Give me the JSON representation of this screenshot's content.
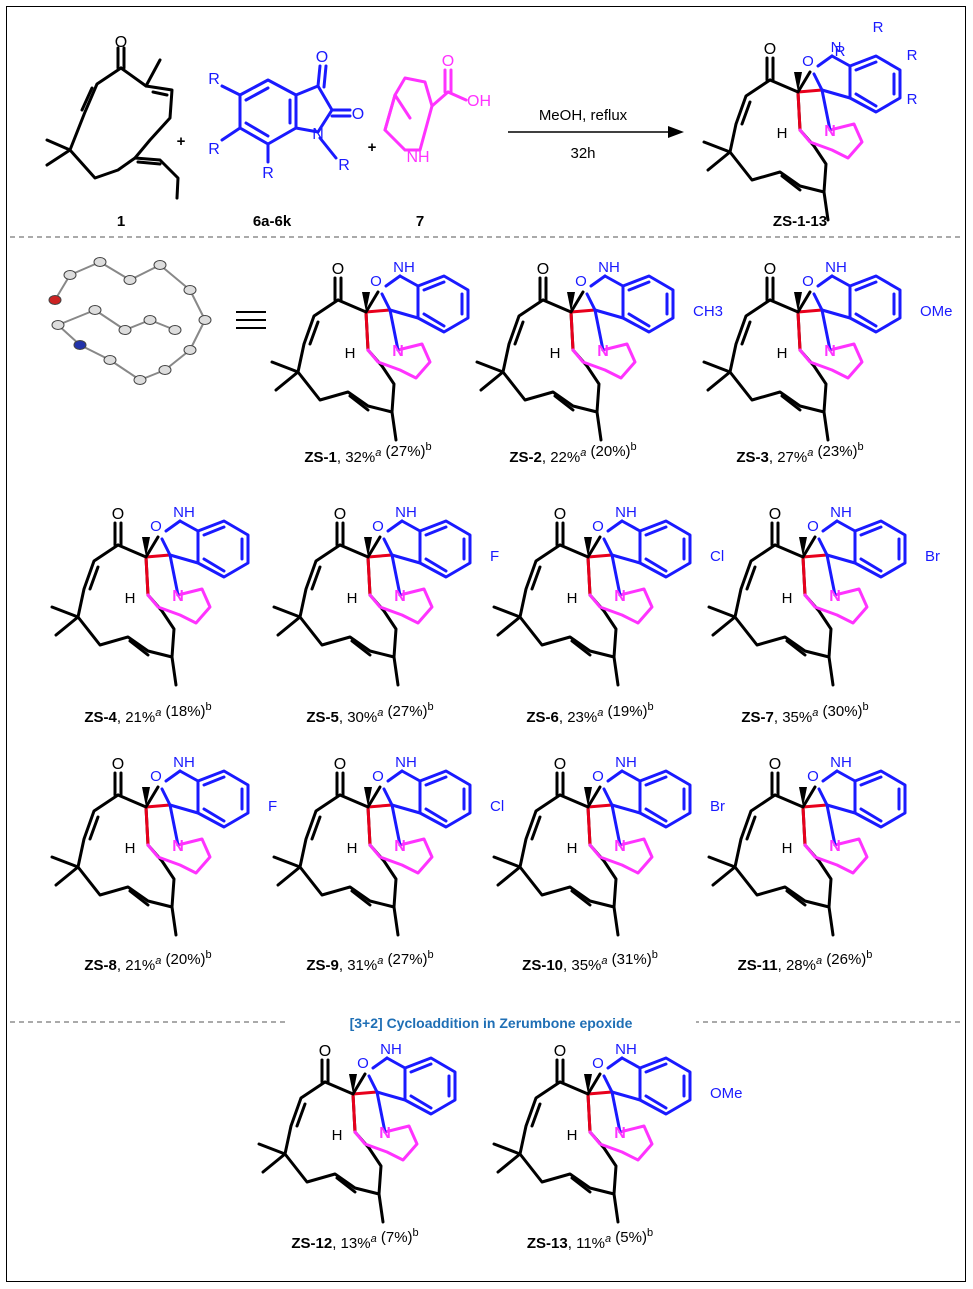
{
  "colors": {
    "black": "#000000",
    "blue": "#1a1aff",
    "magenta": "#ff33ff",
    "red": "#e8001c",
    "section": "#1f6fb5"
  },
  "reaction": {
    "reactant1_label": "1",
    "reactant2_label": "6a-6k",
    "reactant3_label": "7",
    "product_label": "ZS-1-13",
    "condition_top": "MeOH, reflux",
    "condition_bottom": "32h",
    "plus": "+",
    "isatin_substituent": "R",
    "atoms": {
      "O": "O",
      "N": "N",
      "NH": "NH",
      "OH": "OH",
      "H": "H"
    }
  },
  "section2_title": "[3+2] Cycloaddition in Zerumbone epoxide",
  "compounds": [
    {
      "id": "ZS-1",
      "yield_a": "32%",
      "yield_b": "(27%)",
      "sub": ""
    },
    {
      "id": "ZS-2",
      "yield_a": "22%",
      "yield_b": "(20%)",
      "sub": "CH3"
    },
    {
      "id": "ZS-3",
      "yield_a": "27%",
      "yield_b": "(23%)",
      "sub": "OMe"
    },
    {
      "id": "ZS-4",
      "yield_a": "21%",
      "yield_b": "(18%)",
      "sub": ""
    },
    {
      "id": "ZS-5",
      "yield_a": "30%",
      "yield_b": "(27%)",
      "sub": "F"
    },
    {
      "id": "ZS-6",
      "yield_a": "23%",
      "yield_b": "(19%)",
      "sub": "Cl"
    },
    {
      "id": "ZS-7",
      "yield_a": "35%",
      "yield_b": "(30%)",
      "sub": "Br"
    },
    {
      "id": "ZS-8",
      "yield_a": "21%",
      "yield_b": "(20%)",
      "sub": "F"
    },
    {
      "id": "ZS-9",
      "yield_a": "31%",
      "yield_b": "(27%)",
      "sub": "Cl"
    },
    {
      "id": "ZS-10",
      "yield_a": "35%",
      "yield_b": "(31%)",
      "sub": "Br"
    },
    {
      "id": "ZS-11",
      "yield_a": "28%",
      "yield_b": "(26%)",
      "sub": ""
    },
    {
      "id": "ZS-12",
      "yield_a": "13%",
      "yield_b": "(7%)",
      "sub": ""
    },
    {
      "id": "ZS-13",
      "yield_a": "11%",
      "yield_b": "(5%)",
      "sub": "OMe"
    }
  ],
  "footnote_markers": {
    "a": "a",
    "b": "b"
  }
}
